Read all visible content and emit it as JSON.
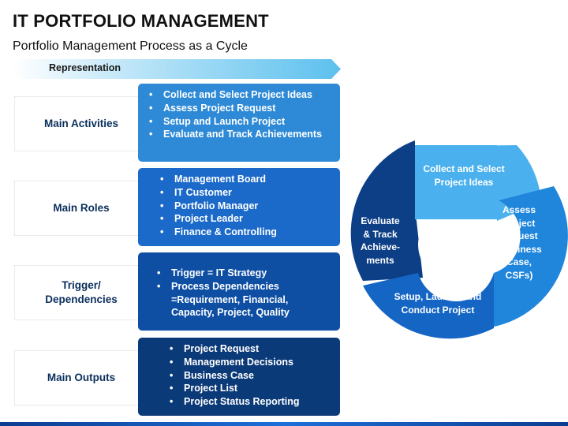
{
  "header": {
    "title": "IT PORTFOLIO MANAGEMENT",
    "subtitle": "Portfolio Management Process as a Cycle",
    "representation_label": "Representation"
  },
  "rows": [
    {
      "label": "Main Activities",
      "color": "#2e8ad6",
      "items": [
        "Collect and Select Project Ideas",
        "Assess Project Request",
        "Setup and Launch Project",
        "Evaluate and Track Achievements"
      ]
    },
    {
      "label": "Main Roles",
      "color": "#1b6ac9",
      "items": [
        "Management Board",
        "IT Customer",
        "Portfolio Manager",
        "Project Leader",
        "Finance & Controlling"
      ]
    },
    {
      "label_line1": "Trigger/",
      "label_line2": "Dependencies",
      "color": "#0e4fa3",
      "items": [
        "Trigger = IT Strategy",
        "Process Dependencies =Requirement, Financial, Capacity, Project, Quality"
      ]
    },
    {
      "label": "Main Outputs",
      "color": "#0b3a78",
      "items": [
        "Project Request",
        "Management Decisions",
        "Business Case",
        "Project List",
        "Project Status Reporting"
      ]
    }
  ],
  "cycle": {
    "segments": [
      {
        "lines": [
          "Collect and Select",
          "Project Ideas"
        ],
        "color": "#4bb1ee"
      },
      {
        "lines": [
          "Assess",
          "Project",
          "Request",
          "(Business",
          "Case,",
          "CSFs)"
        ],
        "color": "#1f86dc"
      },
      {
        "lines": [
          "Setup, Launch, and",
          "Conduct Project"
        ],
        "color": "#1566c4"
      },
      {
        "lines": [
          "Evaluate",
          "& Track",
          "Achieve-",
          "ments"
        ],
        "color": "#0d3f86"
      }
    ]
  }
}
